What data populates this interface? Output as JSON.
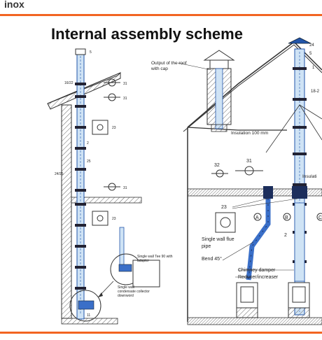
{
  "header": {
    "title": "inox"
  },
  "diagram": {
    "title": "Internal assembly scheme",
    "left": {
      "labels": [
        "5",
        "16/22",
        "31",
        "31",
        "23",
        "2",
        "25",
        "24/25",
        "31",
        "23",
        "11"
      ],
      "tee_note": [
        "Single wall Tee 90  with",
        "adapter"
      ],
      "collector_note": [
        "Single wall",
        "condensate collector",
        "downword"
      ]
    },
    "right": {
      "roof_output": [
        "Output of the roof",
        "with cap"
      ],
      "insulation": "Insulation 100 mm",
      "insulation_right": "Insulati",
      "numbers": {
        "n24": "24",
        "n5": "5",
        "n1": "1",
        "n18": "18-2",
        "n32": "32",
        "n31": "31",
        "n23": "23",
        "n2": "2"
      },
      "markers": {
        "a": "A",
        "b": "B",
        "c": "C"
      },
      "flue_pipe": [
        "Single wall flue",
        "pipe"
      ],
      "bend": "Bend 45°",
      "damper": "Chimney damper",
      "reducer": "Reducer/increaser"
    }
  }
}
